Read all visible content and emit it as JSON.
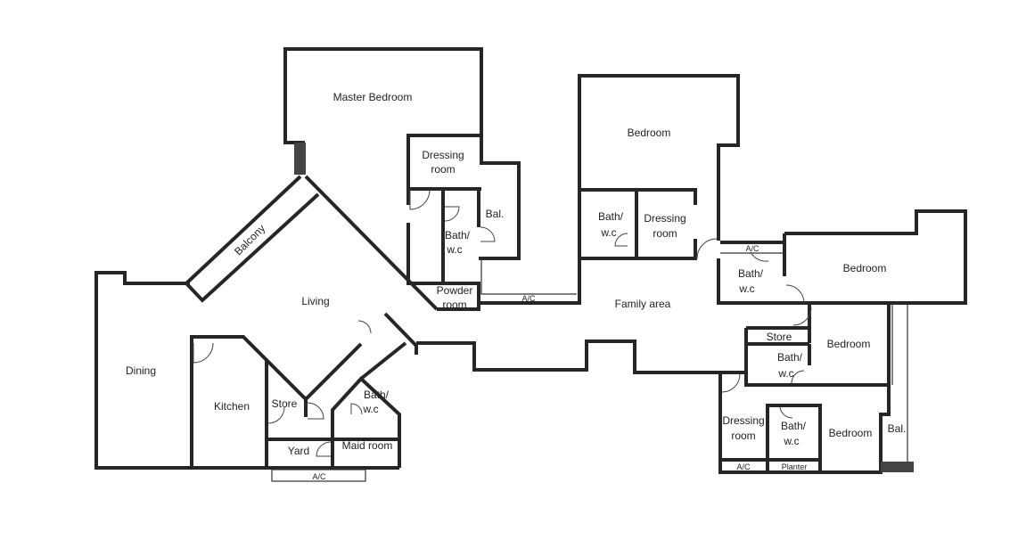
{
  "rooms": {
    "master_bedroom": "Master Bedroom",
    "dressing_room_1": [
      "Dressing",
      "room"
    ],
    "bal_1": "Bal.",
    "bath_1": [
      "Bath/",
      "w.c"
    ],
    "powder_room": [
      "Powder",
      "room"
    ],
    "balcony": "Balcony",
    "living": "Living",
    "dining": "Dining",
    "kitchen": "Kitchen",
    "store_1": "Store",
    "bath_2": [
      "Bath/",
      "w.c"
    ],
    "yard": "Yard",
    "maid_room": "Maid room",
    "ac_1": "A/C",
    "ac_2": "A/C",
    "bedroom_1": "Bedroom",
    "bath_3": [
      "Bath/",
      "w.c"
    ],
    "dressing_room_2": [
      "Dressing",
      "room"
    ],
    "family_area": "Family area",
    "ac_3": "A/C",
    "bath_4": [
      "Bath/",
      "w.c"
    ],
    "bedroom_2": "Bedroom",
    "store_2": "Store",
    "bedroom_3": "Bedroom",
    "bath_5": [
      "Bath/",
      "w.c"
    ],
    "dressing_room_3": [
      "Dressing",
      "room"
    ],
    "bath_6": [
      "Bath/",
      "w.c"
    ],
    "bedroom_4": "Bedroom",
    "bal_2": "Bal.",
    "ac_4": "A/C",
    "planter": "Planter"
  }
}
